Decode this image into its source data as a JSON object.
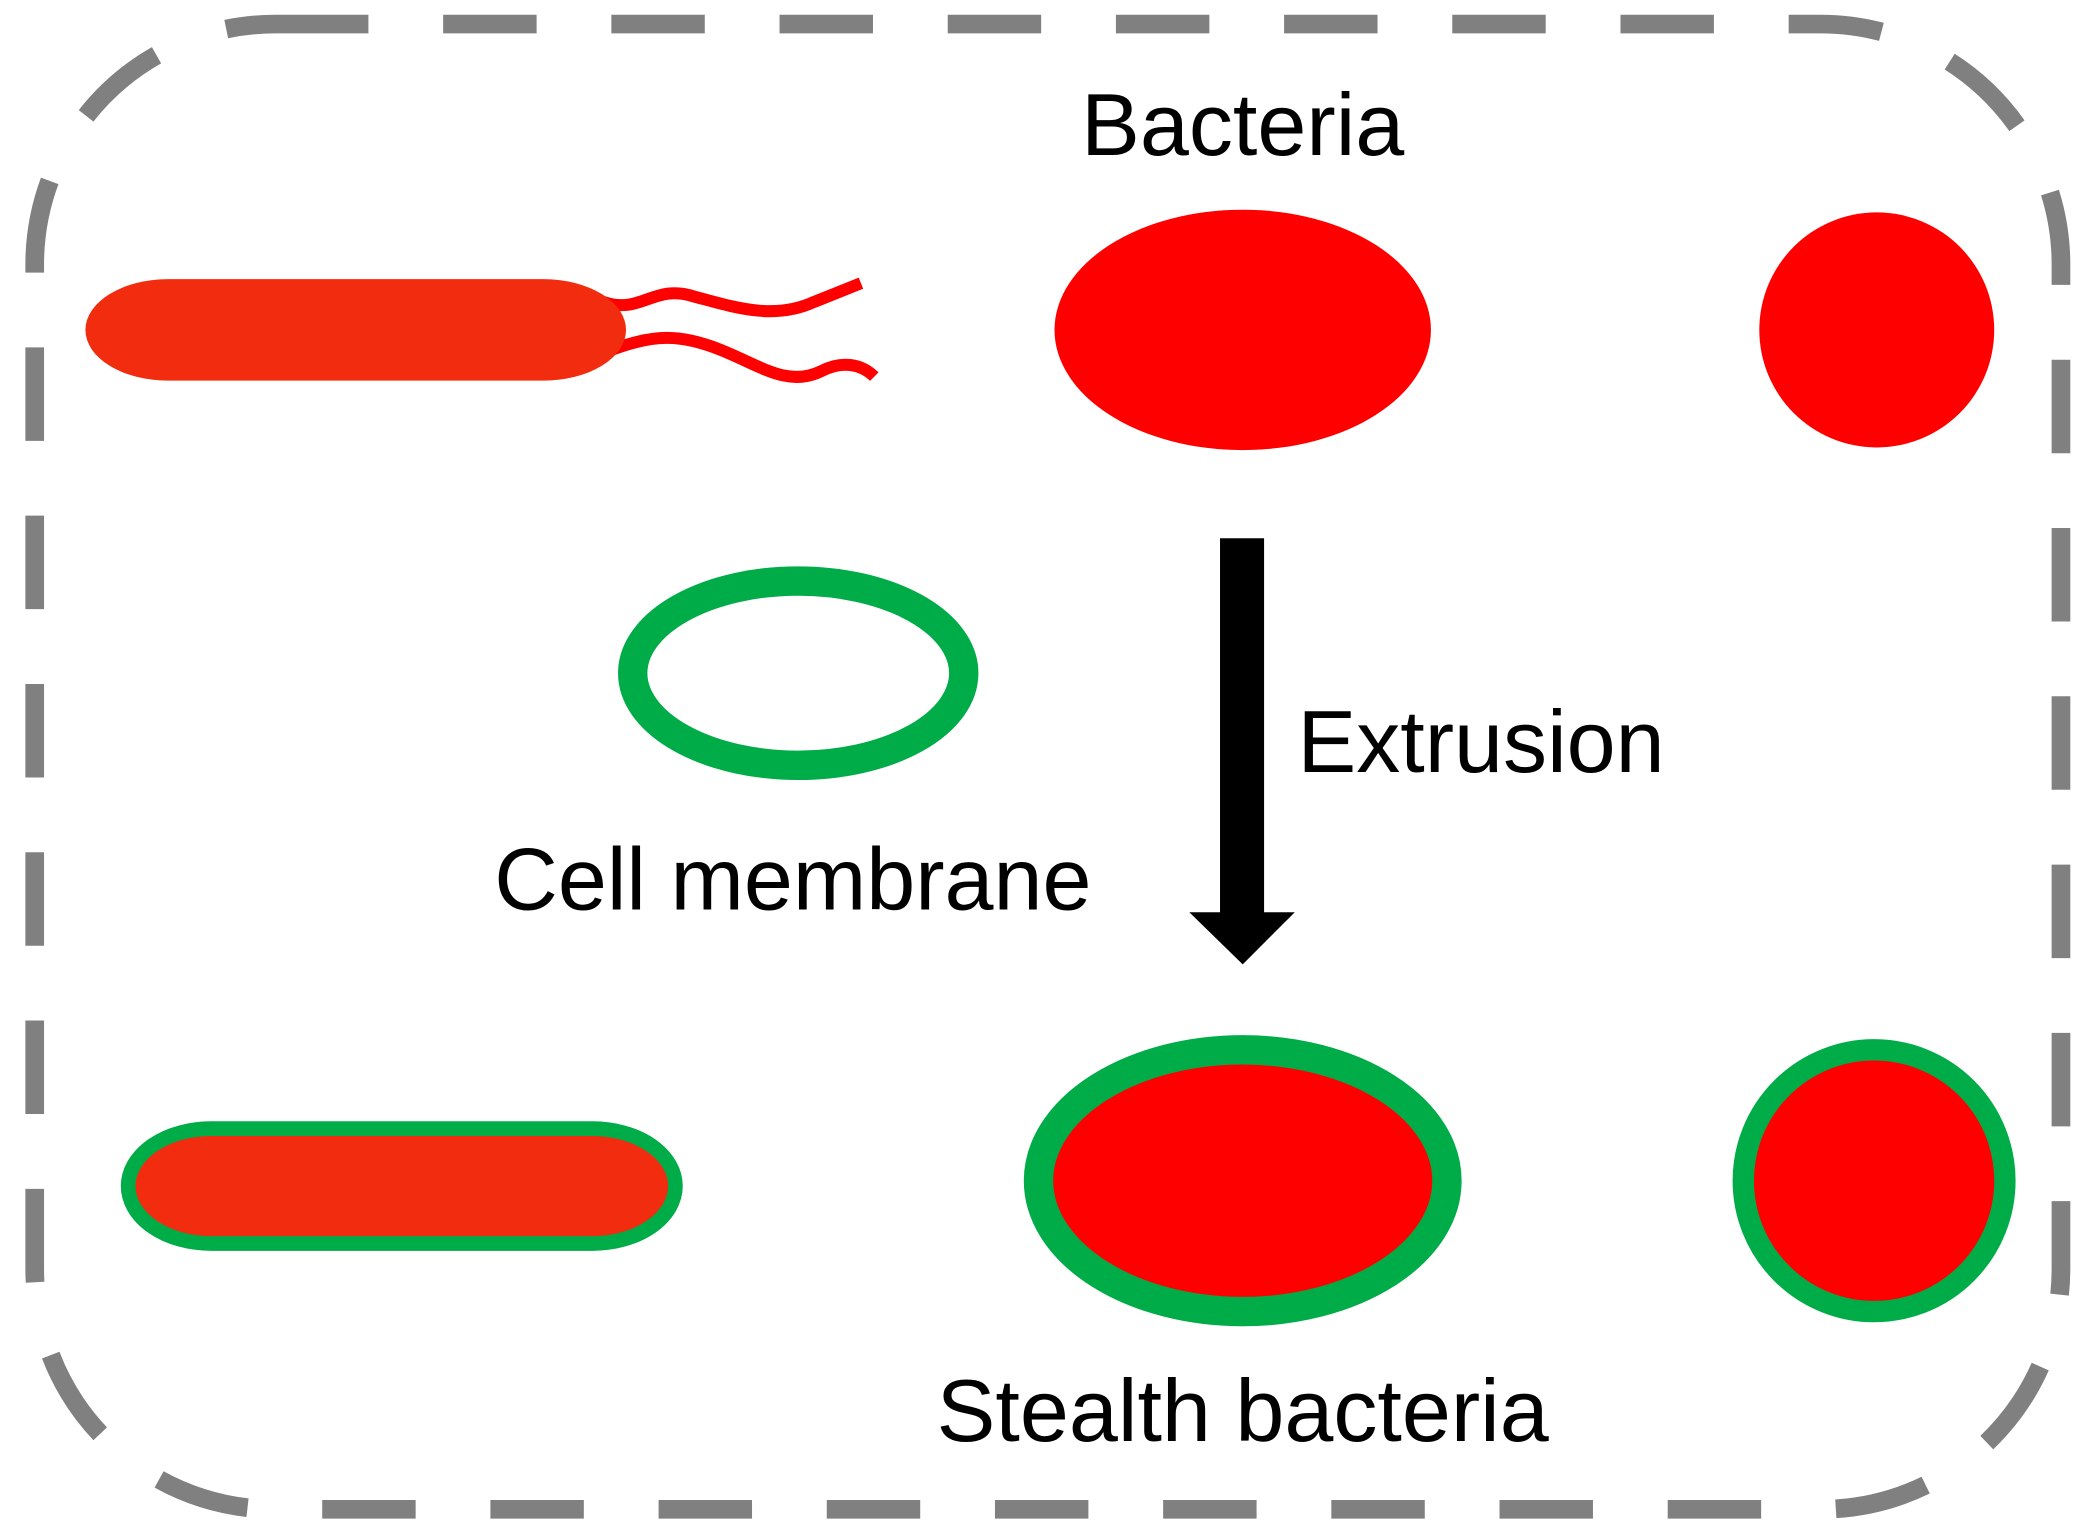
{
  "labels": {
    "bacteria": "Bacteria",
    "extrusion": "Extrusion",
    "cell_membrane": "Cell membrane",
    "stealth_bacteria": "Stealth bacteria"
  },
  "colors": {
    "border": "#808080",
    "rod_fill": "#f22c0e",
    "bacteria_fill": "#ff0000",
    "flagella": "#ff0000",
    "membrane": "#00ac47",
    "arrow": "#000000",
    "background": "#ffffff"
  },
  "icons": {
    "rod_bacterium": "rod-bacterium-with-flagella-icon",
    "oval_bacterium": "oval-bacterium-icon",
    "round_bacterium": "round-bacterium-icon",
    "membrane": "cell-membrane-ring-icon",
    "arrow": "down-arrow-icon"
  }
}
